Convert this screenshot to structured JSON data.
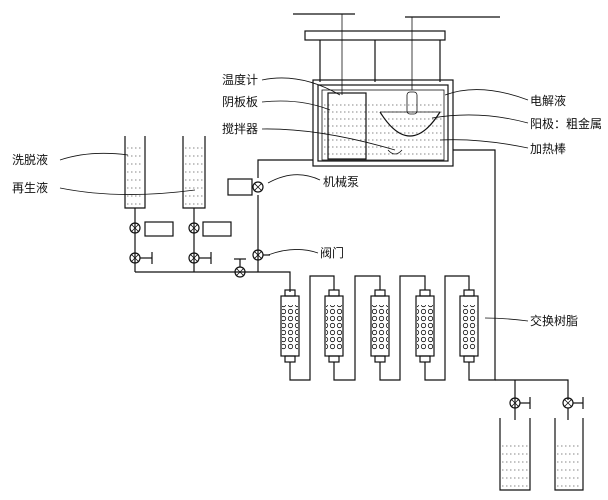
{
  "labels": {
    "thermometer": "温度计",
    "cathode": "阴板板",
    "stirrer": "搅拌器",
    "electrolyte": "电解液",
    "anode": "阳极：粗金属",
    "heater": "加热棒",
    "eluent": "洗脱液",
    "regenerant": "再生液",
    "pump": "机械泵",
    "valve": "阀门",
    "resin": "交换树脂"
  },
  "colors": {
    "line": "#111111",
    "background": "#ffffff"
  }
}
